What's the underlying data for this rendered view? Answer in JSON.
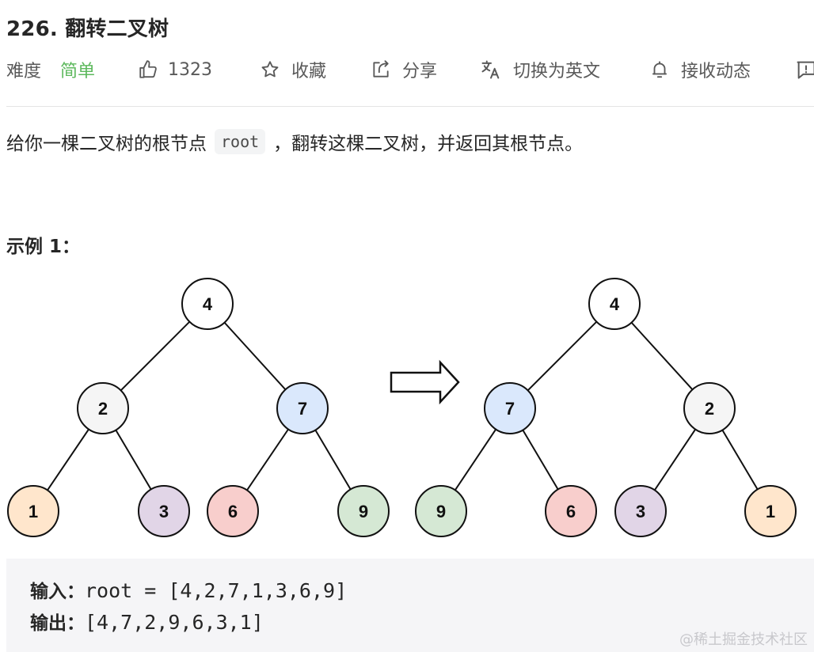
{
  "problem": {
    "title": "226. 翻转二叉树",
    "difficulty_label": "难度",
    "difficulty_value": "简单",
    "likes": "1323",
    "favorite_label": "收藏",
    "share_label": "分享",
    "translate_label": "切换为英文",
    "notify_label": "接收动态",
    "accent_easy": "#5cb85c"
  },
  "description": {
    "before": "给你一棵二叉树的根节点",
    "code": "root",
    "after": "，翻转这棵二叉树，并返回其根节点。"
  },
  "example": {
    "title": "示例 1：",
    "input_label": "输入：",
    "input_value": "root = [4,2,7,1,3,6,9]",
    "output_label": "输出：",
    "output_value": "[4,7,2,9,6,3,1]"
  },
  "diagram": {
    "before_tree": [
      "4",
      "2",
      "7",
      "1",
      "3",
      "6",
      "9"
    ],
    "after_tree": [
      "4",
      "7",
      "2",
      "9",
      "6",
      "3",
      "1"
    ],
    "node_colors": {
      "4": "#ffffff",
      "2": "#f5f5f5",
      "7": "#dae8fc",
      "1": "#ffe6cc",
      "3": "#e1d5e7",
      "6": "#f8cecc",
      "9": "#d5e8d4"
    }
  },
  "watermark": "@稀土掘金技术社区"
}
